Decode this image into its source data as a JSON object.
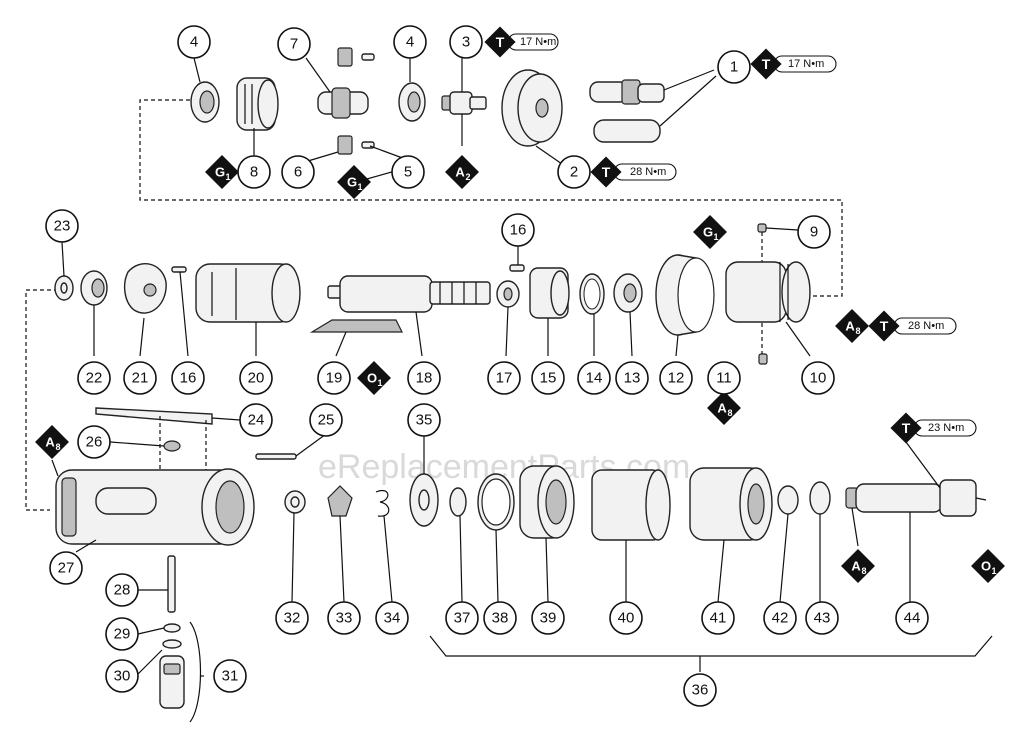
{
  "watermark": "eReplacementParts.com",
  "callouts": [
    "1",
    "2",
    "3",
    "4",
    "4",
    "5",
    "6",
    "7",
    "8",
    "9",
    "10",
    "11",
    "12",
    "13",
    "14",
    "15",
    "16",
    "16",
    "17",
    "18",
    "19",
    "20",
    "21",
    "22",
    "23",
    "24",
    "25",
    "26",
    "27",
    "28",
    "29",
    "30",
    "31",
    "32",
    "33",
    "34",
    "35",
    "36",
    "37",
    "38",
    "39",
    "40",
    "41",
    "42",
    "43",
    "44"
  ],
  "symbols": {
    "torque": "T",
    "grease": "G",
    "grease_sub": "1",
    "adhesive": "A",
    "adhesive_sub_2": "2",
    "adhesive_sub_8": "8",
    "oil": "O",
    "oil_sub": "1"
  },
  "torque_values": {
    "part_1": "17 N•m",
    "part_2": "28 N•m",
    "part_3": "17 N•m",
    "part_10": "28 N•m",
    "part_44": "23 N•m"
  }
}
